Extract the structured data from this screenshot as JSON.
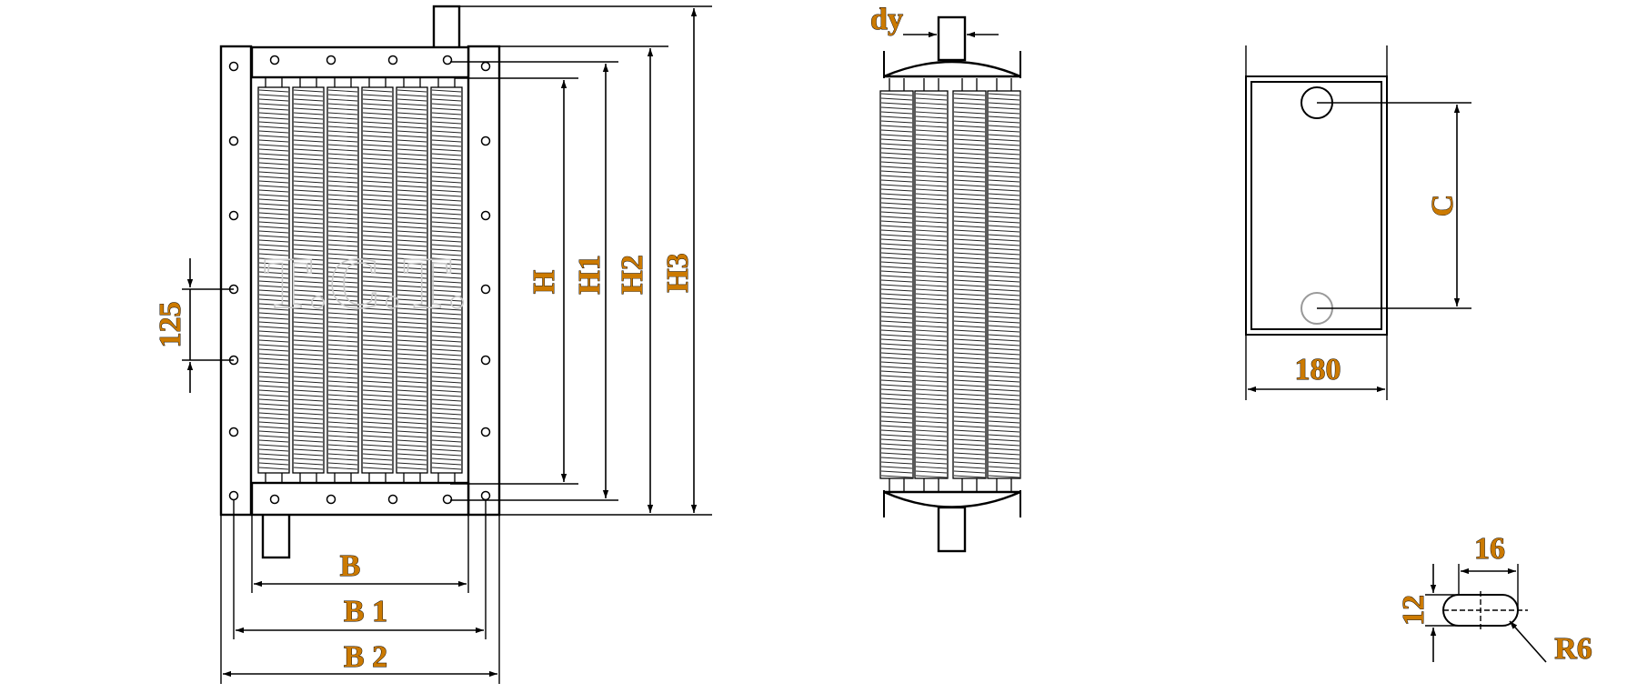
{
  "watermark": "T.C.T.",
  "front_view": {
    "labels": {
      "B": "B",
      "B1": "B 1",
      "B2": "B 2",
      "H": "H",
      "H1": "H1",
      "H2": "H2",
      "H3": "H3",
      "pitch": "125"
    }
  },
  "side_view": {
    "labels": {
      "dy": "dy"
    }
  },
  "end_view": {
    "labels": {
      "C": "C",
      "width": "180"
    }
  },
  "slot_detail": {
    "labels": {
      "length": "16",
      "height": "12",
      "radius": "R6"
    }
  },
  "colors": {
    "label_fill": "#cc7a00",
    "line": "#000000",
    "watermark": "#c9c9c9"
  }
}
